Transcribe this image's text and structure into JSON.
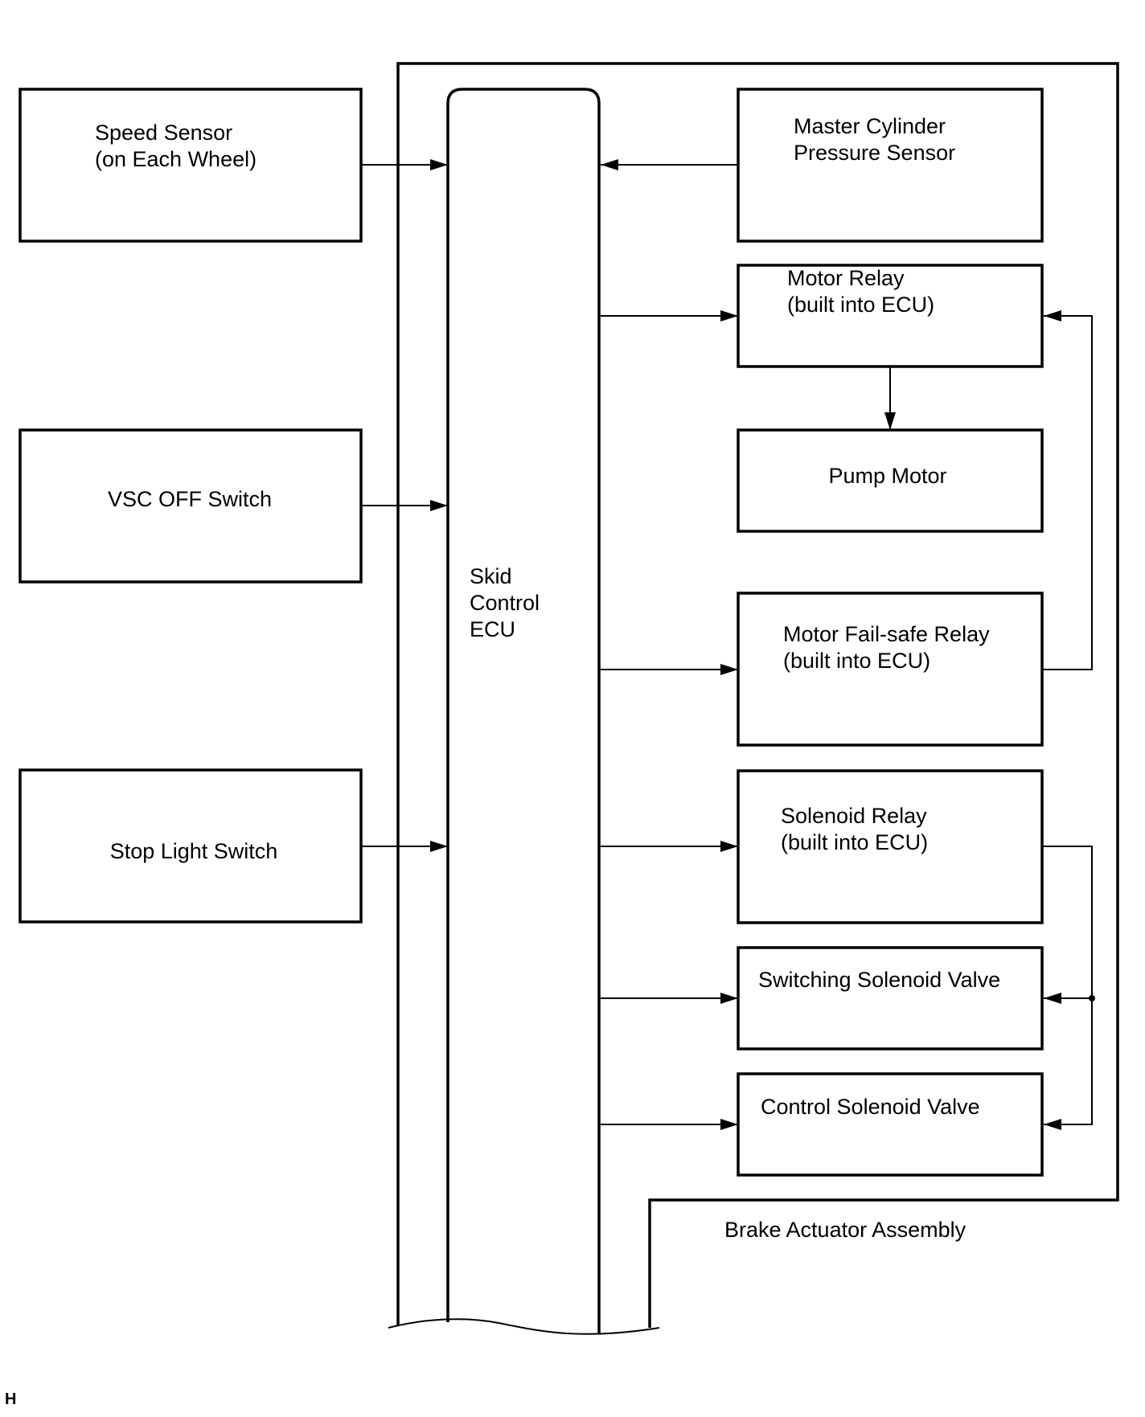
{
  "diagram": {
    "inputs": {
      "speed_sensor": [
        "Speed Sensor",
        "(on Each Wheel)"
      ],
      "vsc_off_switch": "VSC OFF Switch",
      "stop_light_switch": "Stop Light Switch"
    },
    "ecu": [
      "Skid",
      "Control",
      "ECU"
    ],
    "actuator_parts": {
      "master_cylinder_pressure_sensor": [
        "Master Cylinder",
        "Pressure Sensor"
      ],
      "motor_relay": [
        "Motor Relay",
        "(built into ECU)"
      ],
      "pump_motor": "Pump Motor",
      "motor_fail_safe_relay": [
        "Motor Fail-safe Relay",
        "(built into ECU)"
      ],
      "solenoid_relay": [
        "Solenoid Relay",
        "(built into ECU)"
      ],
      "switching_solenoid_valve": "Switching Solenoid Valve",
      "control_solenoid_valve": "Control Solenoid Valve"
    },
    "assembly_label": "Brake Actuator Assembly",
    "corner_mark": "H"
  }
}
